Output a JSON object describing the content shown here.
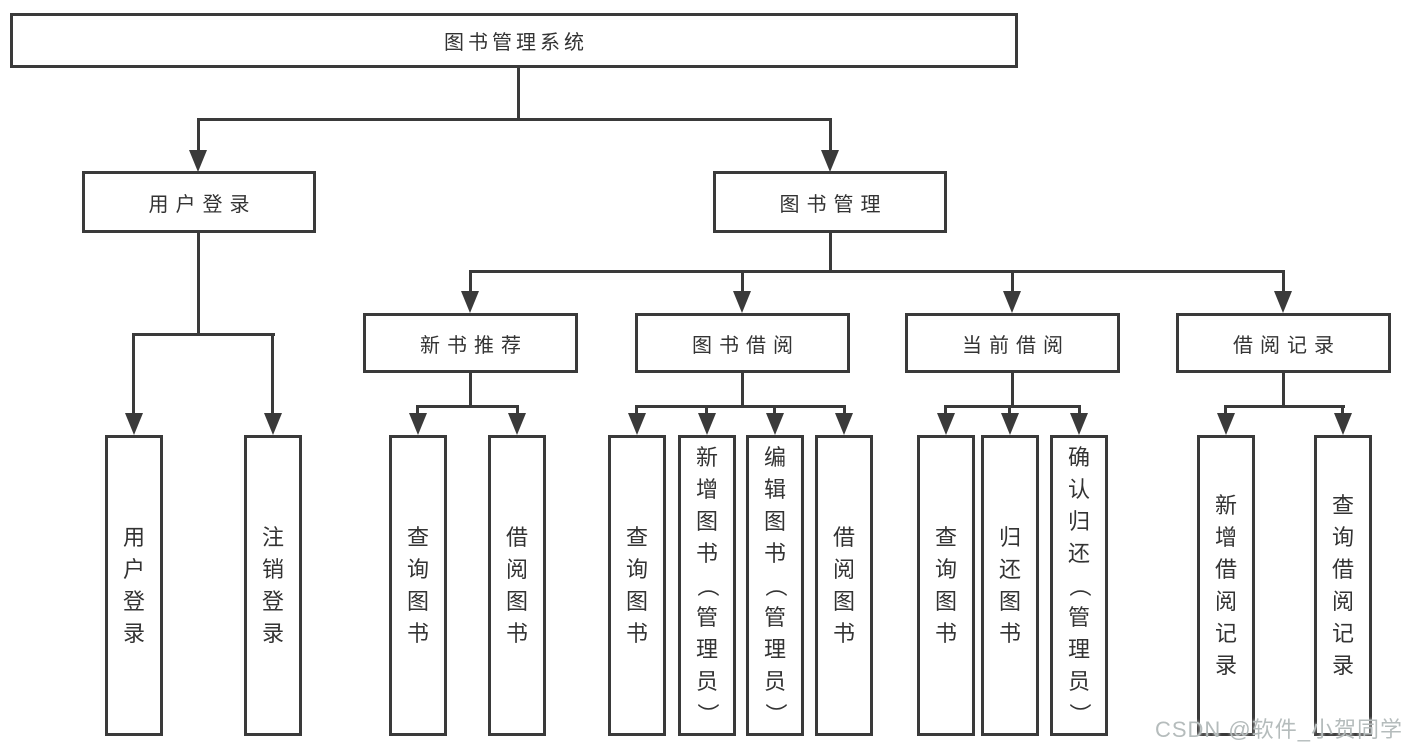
{
  "watermark": "CSDN @软件_小贺同学",
  "colors": {
    "line": "#3a3a3a",
    "text": "#333333",
    "watermark": "#b5bcbc"
  },
  "diagram": {
    "type": "hierarchy-tree",
    "root": {
      "label": "图书管理系统"
    },
    "branches": [
      {
        "label": "用户登录",
        "children": [
          {
            "label": "用户登录"
          },
          {
            "label": "注销登录"
          }
        ]
      },
      {
        "label": "图书管理",
        "children": [
          {
            "label": "新书推荐",
            "children": [
              {
                "label": "查询图书"
              },
              {
                "label": "借阅图书"
              }
            ]
          },
          {
            "label": "图书借阅",
            "children": [
              {
                "label": "查询图书"
              },
              {
                "label": "新增图书（管理员）"
              },
              {
                "label": "编辑图书（管理员）"
              },
              {
                "label": "借阅图书"
              }
            ]
          },
          {
            "label": "当前借阅",
            "children": [
              {
                "label": "查询图书"
              },
              {
                "label": "归还图书"
              },
              {
                "label": "确认归还（管理员）"
              }
            ]
          },
          {
            "label": "借阅记录",
            "children": [
              {
                "label": "新增借阅记录"
              },
              {
                "label": "查询借阅记录"
              }
            ]
          }
        ]
      }
    ]
  }
}
